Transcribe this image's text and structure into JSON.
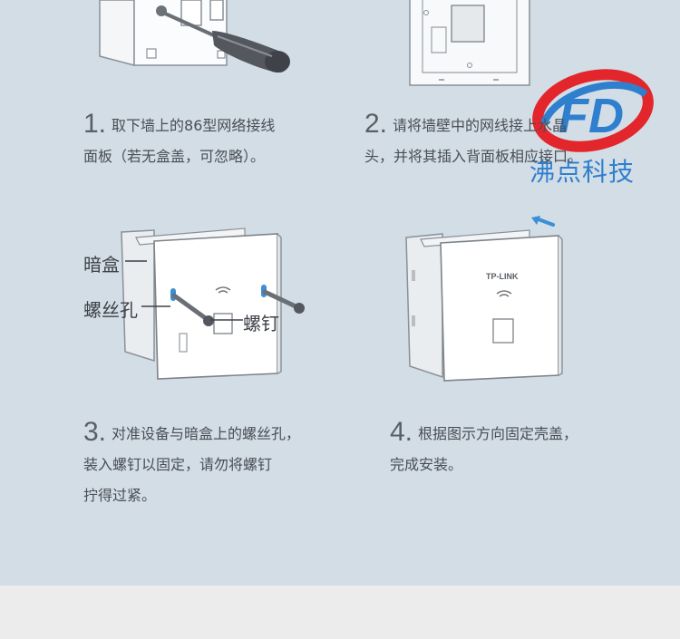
{
  "steps": [
    {
      "num": "1.",
      "lines": [
        "取下墙上的86型网络接线",
        "面板（若无盒盖，可忽略）。"
      ]
    },
    {
      "num": "2.",
      "lines": [
        "请将墙壁中的网线接上水晶",
        "头，并将其插入背面板相应接口。"
      ]
    },
    {
      "num": "3.",
      "lines": [
        "对准设备与暗盒上的螺丝孔，",
        "装入螺钉以固定，请勿将螺钉",
        "拧得过紧。"
      ]
    },
    {
      "num": "4.",
      "lines": [
        "根据图示方向固定壳盖，",
        "完成安装。"
      ]
    }
  ],
  "callouts": {
    "box": "暗盒",
    "hole": "螺丝孔",
    "screw": "螺钉"
  },
  "device": {
    "brand": "TP-LINK"
  },
  "logo": {
    "text": "沸点科技",
    "mark": "FD"
  },
  "colors": {
    "accent_red": "#e3262b",
    "accent_blue": "#2f7fcf",
    "arrow_blue": "#3a8fd6"
  }
}
